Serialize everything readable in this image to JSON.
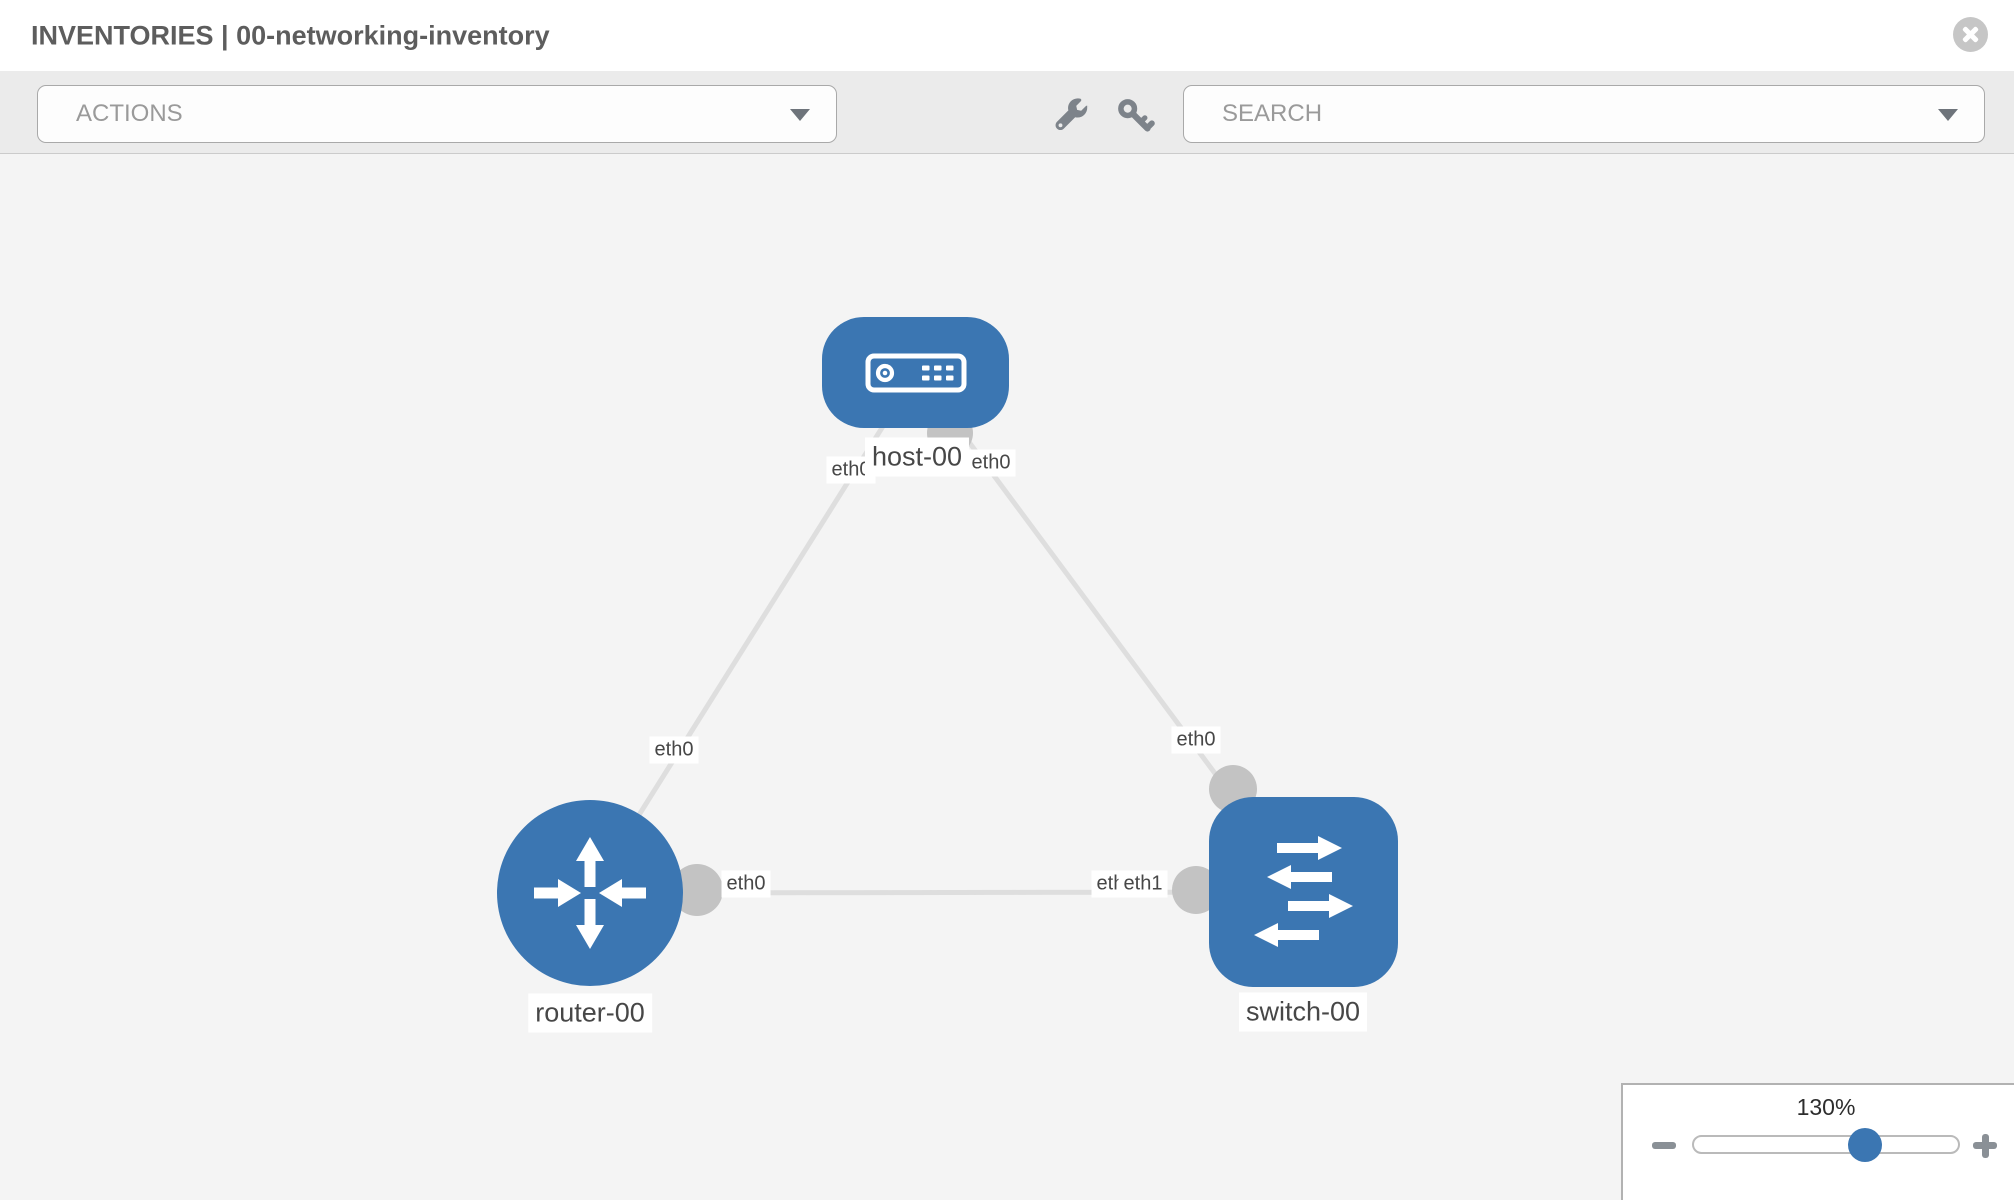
{
  "header": {
    "title": "INVENTORIES | 00-networking-inventory",
    "close_icon": "x-circle-icon"
  },
  "toolbar": {
    "actions_placeholder": "ACTIONS",
    "search_placeholder": "SEARCH",
    "icons": [
      "wrench-icon",
      "key-icon"
    ]
  },
  "topology": {
    "nodes": [
      {
        "name": "host-00",
        "type": "host",
        "icon": "server-icon"
      },
      {
        "name": "router-00",
        "type": "router",
        "icon": "router-arrows-icon"
      },
      {
        "name": "switch-00",
        "type": "switch",
        "icon": "switch-arrows-icon"
      }
    ],
    "links": [
      {
        "from": "host-00",
        "from_interface": "eth0",
        "to": "router-00",
        "to_interface": "eth0"
      },
      {
        "from": "host-00",
        "from_interface": "eth0",
        "to": "switch-00",
        "to_interface": "eth0"
      },
      {
        "from": "router-00",
        "from_interface": "eth0",
        "to": "switch-00",
        "to_interface": "eth1"
      }
    ],
    "interface_labels": [
      {
        "text": "eth0",
        "near": "host-00",
        "link": "host-00 to router-00"
      },
      {
        "text": "eth0",
        "near": "host-00",
        "link": "host-00 to switch-00"
      },
      {
        "text": "eth0",
        "near": "router-00",
        "link": "host-00 to router-00"
      },
      {
        "text": "eth0",
        "near": "switch-00",
        "link": "host-00 to switch-00"
      },
      {
        "text": "eth0",
        "near": "router-00",
        "link": "router-00 to switch-00"
      },
      {
        "text": "eth0",
        "near": "switch-00",
        "link": "router-00 to switch-00",
        "note": "partially covered by eth1 label"
      },
      {
        "text": "eth1",
        "near": "switch-00",
        "link": "router-00 to switch-00"
      }
    ]
  },
  "zoom_control": {
    "level": "130%",
    "minus_icon": "minus-icon",
    "plus_icon": "plus-icon"
  },
  "colors": {
    "node_blue": "#3b76b2",
    "link_gray": "#dedede",
    "port_gray": "#c3c3c3"
  }
}
